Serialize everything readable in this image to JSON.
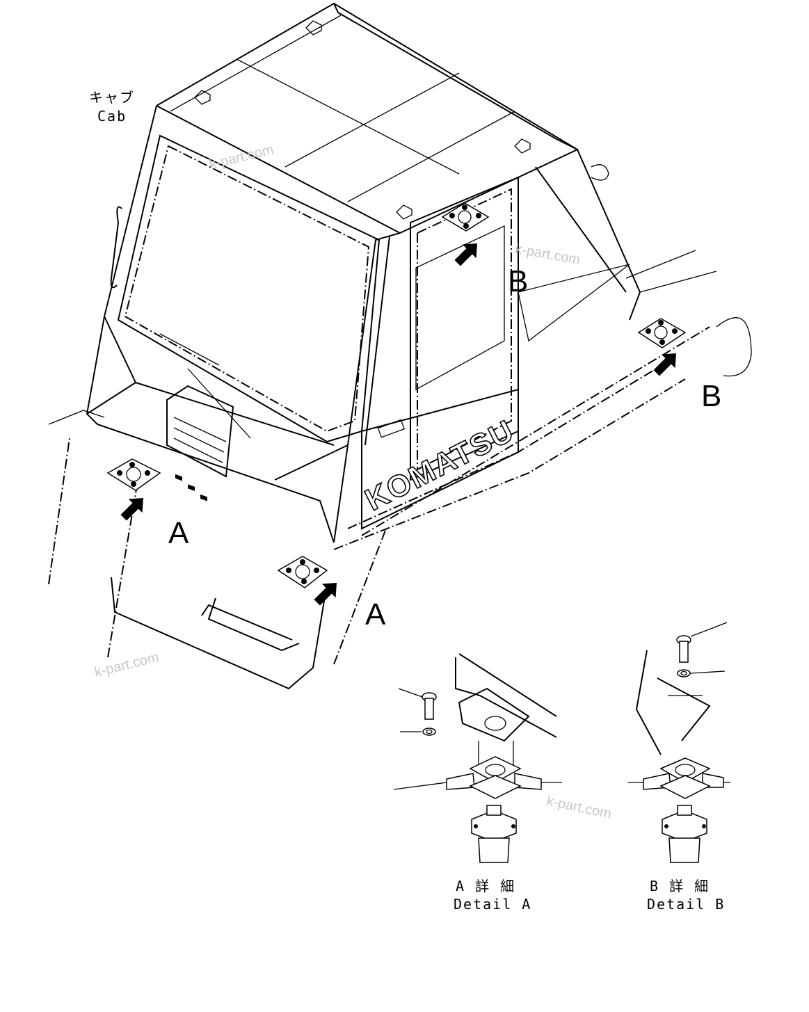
{
  "title_jp": "キャブ",
  "title_en": "Cab",
  "brand": "KOMATSU",
  "watermark": "k-part.com",
  "callouts": {
    "a": "A",
    "b": "B"
  },
  "detail_a": {
    "jp": "A 詳 細",
    "en": "Detail A"
  },
  "detail_b": {
    "jp": "B 詳 細",
    "en": "Detail B"
  }
}
